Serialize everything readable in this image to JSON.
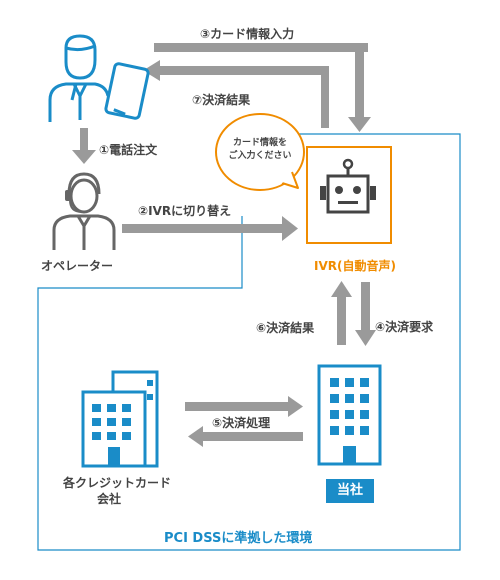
{
  "zone": {
    "title": "PCI DSSに準拠した環境"
  },
  "arrows": {
    "step1": "①電話注文",
    "step2": "②IVRに切り替え",
    "step3": "③カード情報入力",
    "step4": "④決済要求",
    "step5": "⑤決済処理",
    "step6": "⑥決済結果",
    "step7": "⑦決済結果"
  },
  "actors": {
    "operator": "オペレーター",
    "ivr": "IVR(自動音声)",
    "company": "当社",
    "card_company_line1": "各クレジットカード",
    "card_company_line2": "会社"
  },
  "bubble": {
    "line1": "カード情報を",
    "line2": "ご入力ください"
  },
  "colors": {
    "blue": "#1a8cc8",
    "orange": "#f08c00",
    "arrow": "#9a9a9a",
    "text": "#444444"
  }
}
